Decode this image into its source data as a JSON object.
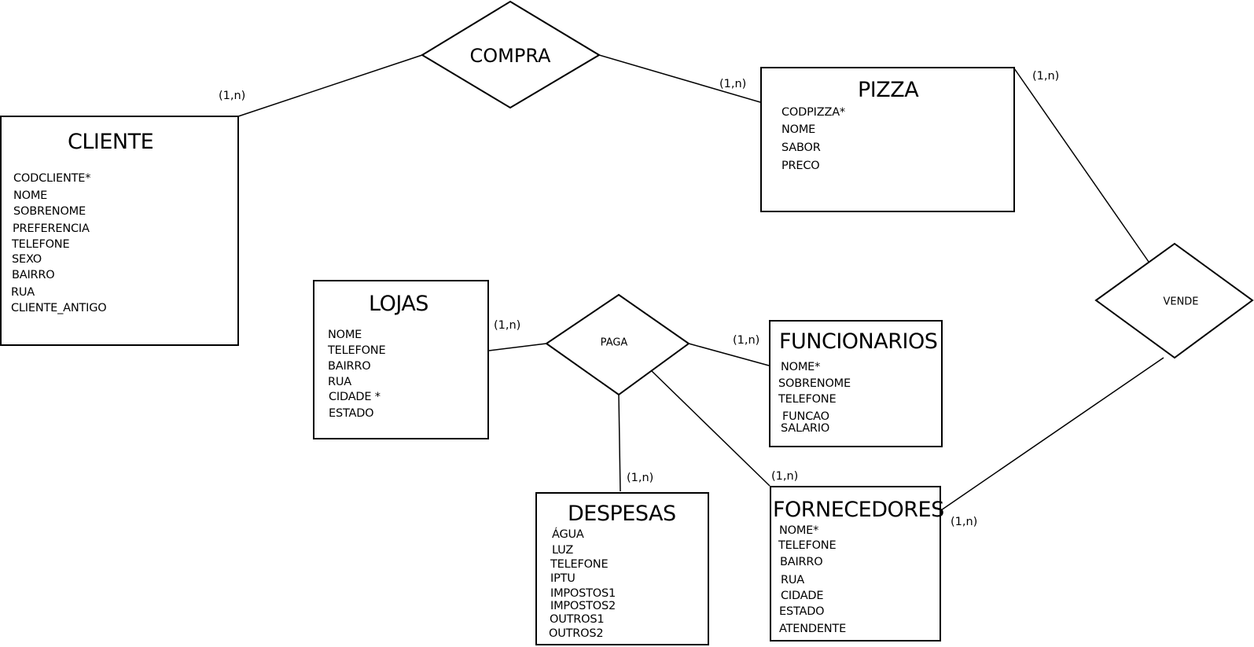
{
  "entities": {
    "cliente": {
      "title": "CLIENTE",
      "attributes": [
        "CODCLIENTE*",
        "NOME",
        "SOBRENOME",
        "PREFERENCIA",
        "TELEFONE",
        "SEXO",
        "BAIRRO",
        "RUA",
        "CLIENTE_ANTIGO"
      ]
    },
    "pizza": {
      "title": "PIZZA",
      "attributes": [
        "CODPIZZA*",
        "NOME",
        "SABOR",
        "PRECO"
      ]
    },
    "lojas": {
      "title": "LOJAS",
      "attributes": [
        "NOME",
        "TELEFONE",
        "BAIRRO",
        "RUA",
        "CIDADE *",
        "ESTADO"
      ]
    },
    "funcionarios": {
      "title": "FUNCIONARIOS",
      "attributes": [
        "NOME*",
        "SOBRENOME",
        "TELEFONE",
        "FUNCAO",
        "SALARIO"
      ]
    },
    "despesas": {
      "title": "DESPESAS",
      "attributes": [
        "ÁGUA",
        "LUZ",
        "TELEFONE",
        "IPTU",
        "IMPOSTOS1",
        "IMPOSTOS2",
        "OUTROS1",
        "OUTROS2"
      ]
    },
    "fornecedores": {
      "title": "FORNECEDORES",
      "attributes": [
        "NOME*",
        "TELEFONE",
        "BAIRRO",
        "RUA",
        "CIDADE",
        "ESTADO",
        "ATENDENTE"
      ]
    }
  },
  "relationships": {
    "compra": {
      "label": "COMPRA"
    },
    "paga": {
      "label": "PAGA"
    },
    "vende": {
      "label": "VENDE"
    }
  },
  "cardinalities": {
    "compra_cliente": "(1,n)",
    "compra_pizza": "(1,n)",
    "vende_pizza": "(1,n)",
    "vende_fornecedores": "(1,n)",
    "paga_lojas": "(1,n)",
    "paga_funcionarios": "(1,n)",
    "paga_despesas": "(1,n)",
    "paga_fornecedores": "(1,n)"
  }
}
